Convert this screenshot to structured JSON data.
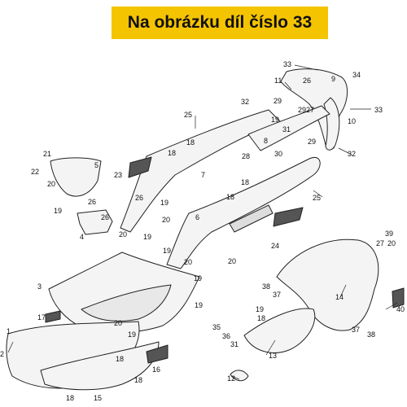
{
  "banner": {
    "text": "Na obrázku díl číslo 33",
    "color": "#f5c400"
  },
  "callouts": [
    {
      "id": "c33a",
      "text": "33"
    },
    {
      "id": "c11",
      "text": "11"
    },
    {
      "id": "c26a",
      "text": "26"
    },
    {
      "id": "c9",
      "text": "9"
    },
    {
      "id": "c34",
      "text": "34"
    },
    {
      "id": "c32a",
      "text": "32"
    },
    {
      "id": "c29a",
      "text": "29"
    },
    {
      "id": "c29b",
      "text": "29"
    },
    {
      "id": "c27a",
      "text": "27"
    },
    {
      "id": "c33b",
      "text": "33"
    },
    {
      "id": "c25a",
      "text": "25"
    },
    {
      "id": "c19a",
      "text": "19"
    },
    {
      "id": "c31",
      "text": "31"
    },
    {
      "id": "c10",
      "text": "10"
    },
    {
      "id": "c8",
      "text": "8"
    },
    {
      "id": "c29c",
      "text": "29"
    },
    {
      "id": "c30",
      "text": "30"
    },
    {
      "id": "c32b",
      "text": "32"
    },
    {
      "id": "c21",
      "text": "21"
    },
    {
      "id": "c5",
      "text": "5"
    },
    {
      "id": "c22",
      "text": "22"
    },
    {
      "id": "c18a",
      "text": "18"
    },
    {
      "id": "c18b",
      "text": "18"
    },
    {
      "id": "c28",
      "text": "28"
    },
    {
      "id": "c23",
      "text": "23"
    },
    {
      "id": "c7",
      "text": "7"
    },
    {
      "id": "c18c",
      "text": "18"
    },
    {
      "id": "c20a",
      "text": "20"
    },
    {
      "id": "c26b",
      "text": "26"
    },
    {
      "id": "c18d",
      "text": "18"
    },
    {
      "id": "c26c",
      "text": "26"
    },
    {
      "id": "c19b",
      "text": "19"
    },
    {
      "id": "c19c",
      "text": "19"
    },
    {
      "id": "c25b",
      "text": "25"
    },
    {
      "id": "c6",
      "text": "6"
    },
    {
      "id": "c26d",
      "text": "26"
    },
    {
      "id": "c4",
      "text": "4"
    },
    {
      "id": "c20b",
      "text": "20"
    },
    {
      "id": "c20c",
      "text": "20"
    },
    {
      "id": "c19d",
      "text": "19"
    },
    {
      "id": "c27b",
      "text": "27"
    },
    {
      "id": "c39",
      "text": "39"
    },
    {
      "id": "c24",
      "text": "24"
    },
    {
      "id": "c20d",
      "text": "20"
    },
    {
      "id": "c19e",
      "text": "19"
    },
    {
      "id": "c20e",
      "text": "20"
    },
    {
      "id": "c3",
      "text": "3"
    },
    {
      "id": "c20f",
      "text": "20"
    },
    {
      "id": "c38a",
      "text": "38"
    },
    {
      "id": "c37a",
      "text": "37"
    },
    {
      "id": "c14",
      "text": "14"
    },
    {
      "id": "c19f",
      "text": "19"
    },
    {
      "id": "c19g",
      "text": "19"
    },
    {
      "id": "c17",
      "text": "17"
    },
    {
      "id": "c20g",
      "text": "20"
    },
    {
      "id": "c19h",
      "text": "19"
    },
    {
      "id": "c18e",
      "text": "18"
    },
    {
      "id": "c35",
      "text": "35"
    },
    {
      "id": "c36",
      "text": "36"
    },
    {
      "id": "c31b",
      "text": "31"
    },
    {
      "id": "c40",
      "text": "40"
    },
    {
      "id": "c37b",
      "text": "37"
    },
    {
      "id": "c38b",
      "text": "38"
    },
    {
      "id": "c1",
      "text": "1"
    },
    {
      "id": "c2",
      "text": "2"
    },
    {
      "id": "c19i",
      "text": "19"
    },
    {
      "id": "c16",
      "text": "16"
    },
    {
      "id": "c13",
      "text": "13"
    },
    {
      "id": "c18f",
      "text": "18"
    },
    {
      "id": "c18g",
      "text": "18"
    },
    {
      "id": "c15",
      "text": "15"
    },
    {
      "id": "c12",
      "text": "12"
    },
    {
      "id": "c18h",
      "text": "18"
    }
  ]
}
